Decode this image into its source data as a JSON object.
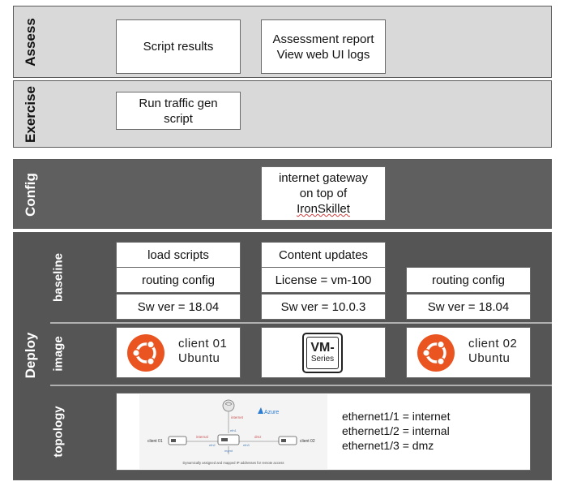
{
  "bands": {
    "assess": {
      "label": "Assess"
    },
    "exercise": {
      "label": "Exercise"
    },
    "config": {
      "label": "Config"
    },
    "deploy": {
      "label": "Deploy",
      "sub_baseline": "baseline",
      "sub_image": "image",
      "sub_topology": "topology"
    }
  },
  "assess": {
    "script_results": "Script results",
    "report_line1": "Assessment report",
    "report_line2": "View web UI logs"
  },
  "exercise": {
    "run_line1": "Run traffic gen",
    "run_line2": "script"
  },
  "config": {
    "gw_line1": "internet gateway",
    "gw_line2": "on top of",
    "gw_line3": "IronSkillet"
  },
  "baseline": {
    "col1": {
      "row1": "load scripts",
      "row2": "routing config",
      "row3": "Sw ver = 18.04"
    },
    "col2": {
      "row1": "Content updates",
      "row2": "License = vm-100",
      "row3": "Sw ver = 10.0.3"
    },
    "col3": {
      "row2": "routing config",
      "row3": "Sw ver = 18.04"
    }
  },
  "image": {
    "client1_line1": "client 01",
    "client1_line2": "Ubuntu",
    "vm_line1": "VM-",
    "vm_line2": "Series",
    "client2_line1": "client 02",
    "client2_line2": "Ubuntu"
  },
  "topology": {
    "azure_label": "Azure",
    "client01": "client 01",
    "client02": "client 02",
    "internet": "internet",
    "internal": "internal",
    "dmz": "dmz",
    "mgmt": "mgmt",
    "eth1": "eth1",
    "eth2": "eth2",
    "eth3": "eth3",
    "caption": "Dynamically assigned and mapped IP addresses for remote access",
    "line1": "ethernet1/1 = internet",
    "line2": "ethernet1/2 = internal",
    "line3": "ethernet1/3 = dmz"
  },
  "colors": {
    "ubuntu_orange": "#e95420",
    "azure_blue": "#2b7cd3",
    "band_light": "#d9d9d9",
    "band_dark": "#555555"
  }
}
